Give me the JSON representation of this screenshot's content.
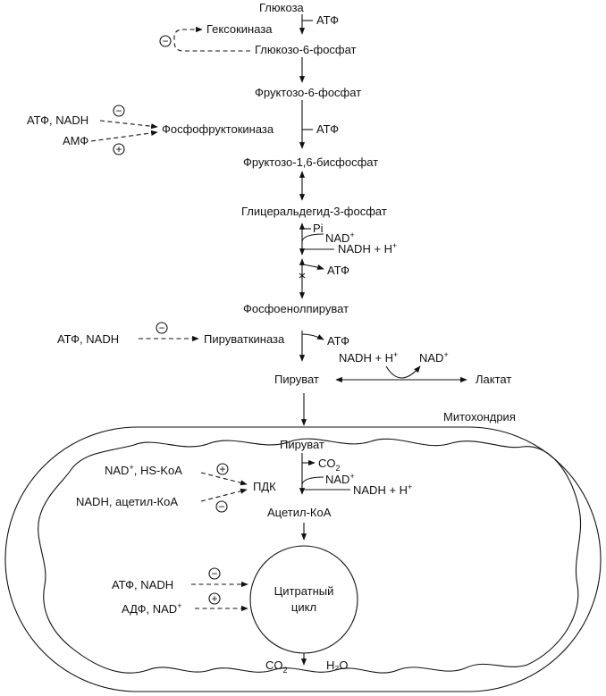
{
  "metabolites": {
    "glucose": "Глюкоза",
    "g6p": "Глюкозо-6-фосфат",
    "f6p": "Фруктозо-6-фосфат",
    "f16bp": "Фруктозо-1,6-бисфосфат",
    "g3p": "Глицеральдегид-3-фосфат",
    "pep": "Фосфоенолпируват",
    "pyruvate": "Пируват",
    "lactate": "Лактат",
    "pyruvate_mito": "Пируват",
    "acetyl_coa": "Ацетил-КоА"
  },
  "enzymes": {
    "hexokinase": "Гексокиназа",
    "pfk": "Фосфофруктокиназа",
    "pyruvate_kinase": "Пируваткиназа",
    "pdk": "ПДК"
  },
  "cofactors": {
    "atp_1": "АТФ",
    "atp_2": "АТФ",
    "pi": "Pi",
    "nad_1": "NAD",
    "nadh_1": "NADH + H",
    "atp_3": "АТФ",
    "atp_4": "АТФ",
    "nadh_lactate": "NADH + H",
    "nad_lactate": "NAD",
    "co2_mito": "CO",
    "nad_2": "NAD",
    "nadh_2": "NADH + H",
    "co2_bottom": "CO",
    "h2o": "H₂O"
  },
  "superscript_plus": "+",
  "subscript_2": "2",
  "regulators": {
    "pfk_inhibitors": "АТФ, NADH",
    "pfk_activator": "АМФ",
    "pk_inhibitors": "АТФ, NADH",
    "pdk_activators": "NAD",
    "pdk_activators_rest": ", HS-KoA",
    "pdk_inhibitors": "NADH, ацетил-КоА",
    "cycle_inhibitors": "АТФ, NADH",
    "cycle_activators": "АДФ, NAD"
  },
  "signs": {
    "minus": "−",
    "plus": "+"
  },
  "mitochondria_label": "Митохондрия",
  "cycle_line1": "Цитратный",
  "cycle_line2": "цикл"
}
